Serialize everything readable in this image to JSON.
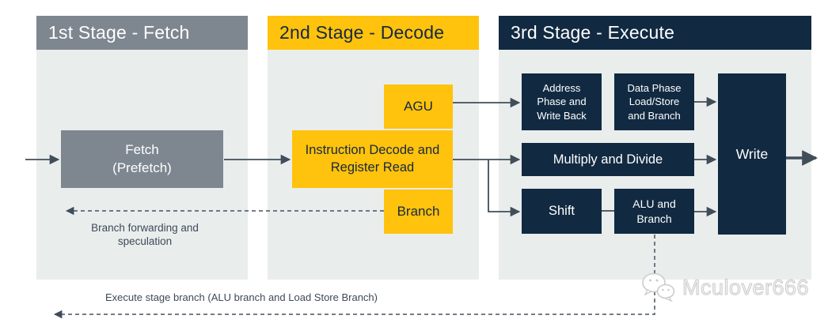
{
  "stages": {
    "fetch": {
      "title": "1st Stage - Fetch",
      "box_line1": "Fetch",
      "box_line2": "(Prefetch)"
    },
    "decode": {
      "title": "2nd Stage - Decode",
      "agu_label": "AGU",
      "decode_label": "Instruction Decode and Register Read",
      "branch_label": "Branch"
    },
    "execute": {
      "title": "3rd Stage - Execute",
      "address_phase_label": "Address Phase and Write Back",
      "data_phase_label": "Data Phase Load/Store and Branch",
      "multiply_label": "Multiply and Divide",
      "shift_label": "Shift",
      "alu_label": "ALU and Branch",
      "write_label": "Write"
    }
  },
  "annotations": {
    "branch_forwarding": "Branch forwarding and speculation",
    "execute_stage_branch": "Execute stage branch (ALU branch and Load Store Branch)"
  },
  "watermark": {
    "text": "Mculover666",
    "icon": "wechat-icon"
  },
  "colors": {
    "yellow": "#FFC20D",
    "navy": "#112A42",
    "gray": "#7E8790",
    "panel_bg": "#E9EDEC",
    "arrow": "#414D59",
    "annotation_text": "#3E4A58",
    "watermark_gray": "#CCCCCC"
  }
}
